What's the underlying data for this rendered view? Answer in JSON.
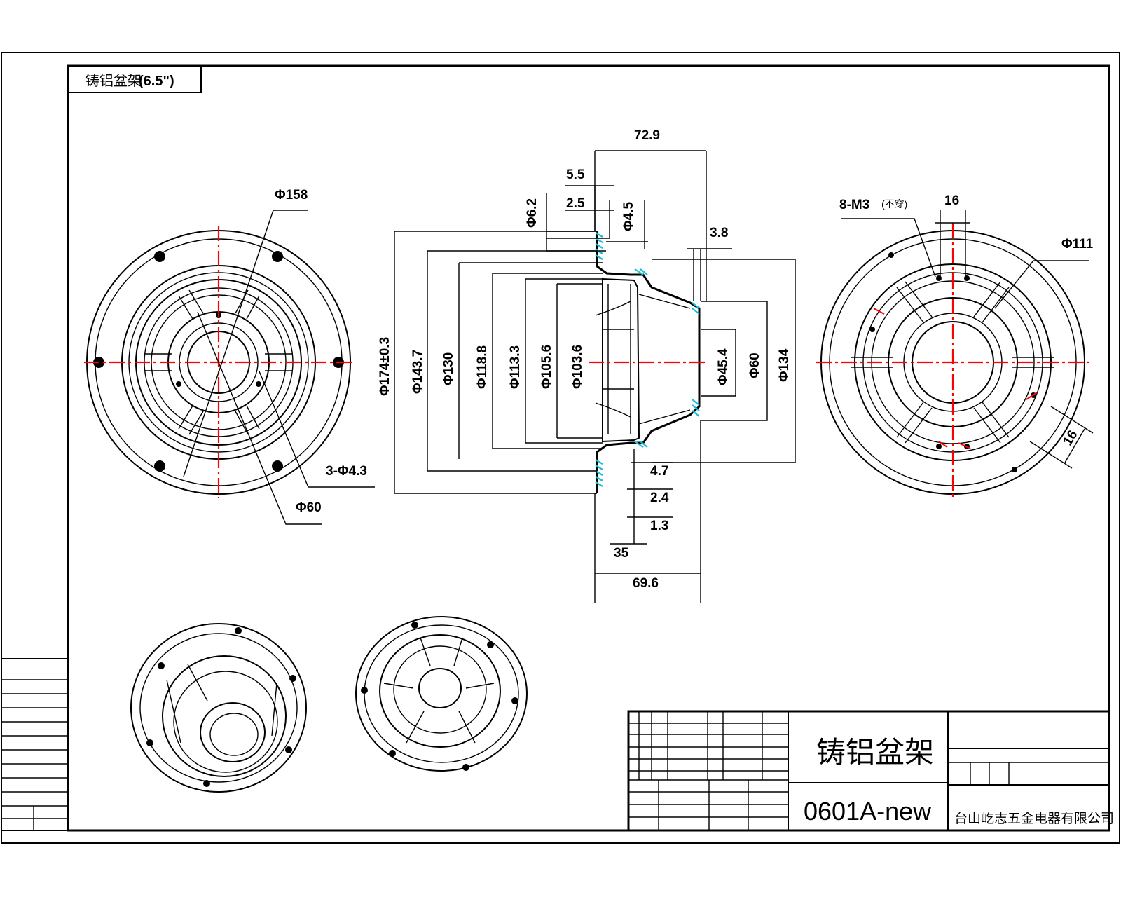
{
  "drawing": {
    "tag_name": "铸铝盆架",
    "tag_size": "(6.5\")",
    "title": "铸铝盆架",
    "drawing_number": "0601A-new",
    "company": "台山屹志五金电器有限公司"
  },
  "front_view": {
    "dim_outer": "Φ158",
    "dim_holes": "3-Φ4.3",
    "dim_center": "Φ60"
  },
  "section_view": {
    "dim_depth_top": "72.9",
    "dim_5_5": "5.5",
    "dim_2_5": "2.5",
    "dim_phi6_2": "Φ6.2",
    "dim_phi4_5": "Φ4.5",
    "dim_3_8": "3.8",
    "dim_outer_dia": "Φ174±0.3",
    "dim_143_7": "Φ143.7",
    "dim_130": "Φ130",
    "dim_118_8": "Φ118.8",
    "dim_113_3": "Φ113.3",
    "dim_105_6": "Φ105.6",
    "dim_103_6": "Φ103.6",
    "dim_45_4": "Φ45.4",
    "dim_60": "Φ60",
    "dim_134": "Φ134",
    "dim_4_7": "4.7",
    "dim_2_4": "2.4",
    "dim_1_3": "1.3",
    "dim_35": "35",
    "dim_depth_bottom": "69.6"
  },
  "rear_view": {
    "dim_threads": "8-M3",
    "dim_threads_note": "(不穿)",
    "dim_16_top": "16",
    "dim_111": "Φ111",
    "dim_16_side": "16"
  },
  "colors": {
    "centerline": "#ff0000",
    "hatch": "#18c0d8",
    "line": "#000000"
  }
}
